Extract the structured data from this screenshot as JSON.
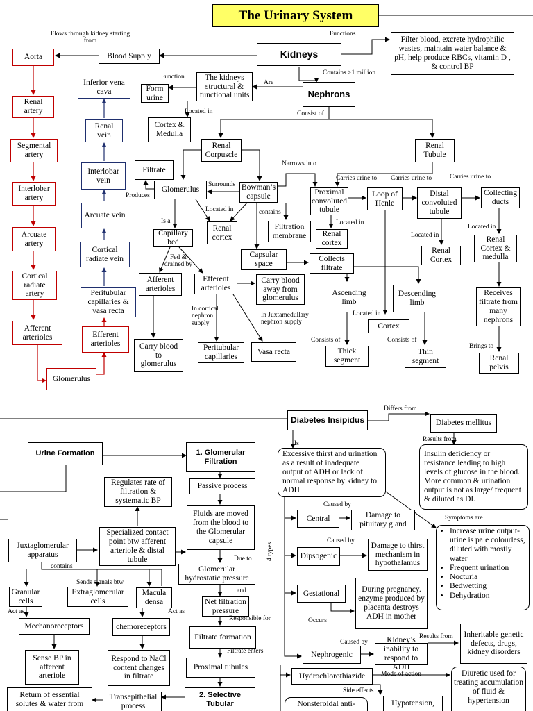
{
  "title": "The Urinary System",
  "urinary": {
    "kidneys": "Kidneys",
    "functions_label": "Functions",
    "functions": "Filter blood, excrete hydrophilic wastes, maintain water balance & pH, help produce RBCs, vitamin D , & control BP",
    "blood_supply": "Blood Supply",
    "flows_label": "Flows through kidney starting from",
    "contains_label": "Contains >1 million",
    "nephrons": "Nephrons",
    "are_label": "Are",
    "structural": "The kidneys structural & functional units",
    "function_label": "Function",
    "form_urine": "Form urine",
    "located_in_label": "Located in",
    "cortex_medulla": "Cortex & Medulla",
    "consist_of_label": "Consist of",
    "renal_corpuscle": "Renal Corpuscle",
    "renal_tubule": "Renal Tubule",
    "filtrate": "Filtrate",
    "produces_label": "Produces",
    "glomerulus": "Glomerulus",
    "surrounds_label": "Surrounds",
    "bowmans": "Bowman’s capsule",
    "narrows_label": "Narrows into",
    "located_in_2": "Located in",
    "renal_cortex_1": "Renal cortex",
    "contains_2": "contains",
    "filtration_membrane": "Filtration membrane",
    "is_a_label": "Is a",
    "capillary_bed": "Capillary bed",
    "fed_label": "Fed & drained by",
    "afferent_arterioles": "Afferent arterioles",
    "efferent_arterioles": "Efferent arterioles",
    "carry_away": "Carry blood away from glomerulus",
    "carry_to": "Carry blood to glomerulus",
    "cortical_supply": "In cortical nephron supply",
    "juxta_supply": "In Juxtamedullary nephron supply",
    "peritubular_caps": "Peritubular capillaries",
    "vasa_recta": "Vasa recta",
    "capsular_space": "Capsular space",
    "collects_filtrate": "Collects filtrate",
    "carries_urine_1": "Carries urine to",
    "carries_urine_2": "Carries urine to",
    "carries_urine_3": "Carries urine to",
    "proximal": "Proximal convoluted tubule",
    "loop": "Loop of Henle",
    "distal": "Distal convoluted tubule",
    "collecting": "Collecting ducts",
    "located_in_3": "Located in",
    "renal_cortex_2": "Renal cortex",
    "located_in_4": "Located in",
    "renal_cortex_3": "Renal Cortex",
    "located_in_5": "Located in",
    "renal_cortex_medulla": "Renal Cortex & medulla",
    "ascending": "Ascending limb",
    "descending": "Descending limb",
    "located_in_6": "Located in",
    "cortex": "Cortex",
    "consists_of_1": "Consists of",
    "consists_of_2": "Consists of",
    "thick": "Thick segment",
    "thin": "Thin segment",
    "receives": "Receives filtrate from many nephrons",
    "brings_label": "Brings to",
    "renal_pelvis": "Renal pelvis"
  },
  "arteries": [
    "Aorta",
    "Renal artery",
    "Segmental artery",
    "Interlobar artery",
    "Arcuate artery",
    "Cortical radiate artery",
    "Afferent arterioles",
    "Glomerulus",
    "Efferent arterioles",
    "Peritubular capillaries & vasa recta"
  ],
  "veins": [
    "Cortical radiate vein",
    "Arcuate vein",
    "Interlobar vein",
    "Renal vein",
    "Inferior vena cava"
  ],
  "urine_formation": {
    "title": "Urine Formation",
    "step1": "1. Glomerular Filtration",
    "passive": "Passive process",
    "fluids_moved": "Fluids are moved from the blood to the Glomerular capsule",
    "due_to": "Due to",
    "hydrostatic": "Glomerular hydrostatic pressure",
    "and_label": "and",
    "net_filtration": "Net filtration pressure",
    "responsible_label": "Responsible for",
    "filtrate_formation": "Filtrate formation",
    "filtrate_enters": "Filtrate enters",
    "proximal_tubules": "Proximal tubules",
    "step2": "2. Selective Tubular",
    "regulates": "Regulates rate of filtration & systematic BP",
    "specialized": "Specialized contact point btw afferent arteriole & distal tubule",
    "jga": "Juxtaglomerular apparatus",
    "contains_label": "contains",
    "sends_label": "Sends signals btw",
    "granular": "Granular cells",
    "extraglomerular": "Extraglomerular cells",
    "macula": "Macula densa",
    "act_as_1": "Act as",
    "act_as_2": "Act as",
    "mechanoreceptors": "Mechanoreceptors",
    "chemoreceptors": "chemoreceptors",
    "sense_bp": "Sense BP in afferent arteriole",
    "respond_nacl": "Respond to NaCl content changes in filtrate",
    "return_solutes": "Return of essential solutes & water from",
    "transepithelial": "Transepithelial process"
  },
  "diabetes": {
    "title": "Diabetes Insipidus",
    "differs_label": "Differs from",
    "mellitus": "Diabetes mellitus",
    "results_from_label": "Results from",
    "mellitus_desc": "Insulin deficiency or resistance leading to high levels of glucose in the blood. More common & urination output is not as large/ frequent & diluted as DI.",
    "is_label": "Is",
    "definition": "Excessive thirst and urination as a result of inadequate output of ADH or lack of normal response by kidney to ADH",
    "symptoms_label": "Symptoms are",
    "symptoms": [
      "Increase urine output- urine is pale colourless, diluted with mostly water",
      "Frequent urination",
      "Nocturia",
      "Bedwetting",
      "Dehydration"
    ],
    "four_types": "4 types",
    "caused_by_1": "Caused by",
    "central": "Central",
    "central_cause": "Damage to pituitary gland",
    "caused_by_2": "Caused by",
    "dipsogenic": "Dipsogenic",
    "dipsogenic_cause": "Damage to thirst mechanism in hypothalamus",
    "gestational": "Gestational",
    "occurs_label": "Occurs",
    "gestational_cause": "During pregnancy. enzyme produced by placenta destroys ADH in mother",
    "nephrogenic": "Nephrogenic",
    "caused_by_3": "Caused by",
    "nephrogenic_cause": "Kidney’s inability to respond to ADH",
    "results_from_2": "Results from",
    "inheritable": "Inheritable genetic defects, drugs, kidney disorders",
    "hydrochlorothiazide": "Hydrochlorothiazide",
    "mode_label": "Mode of action",
    "diuretic": "Diuretic used for treating accumulation of fluid & hypertension",
    "side_effects_label": "Side effects",
    "hypotension": "Hypotension,",
    "nonsteroidal": "Nonsteroidal anti-"
  }
}
